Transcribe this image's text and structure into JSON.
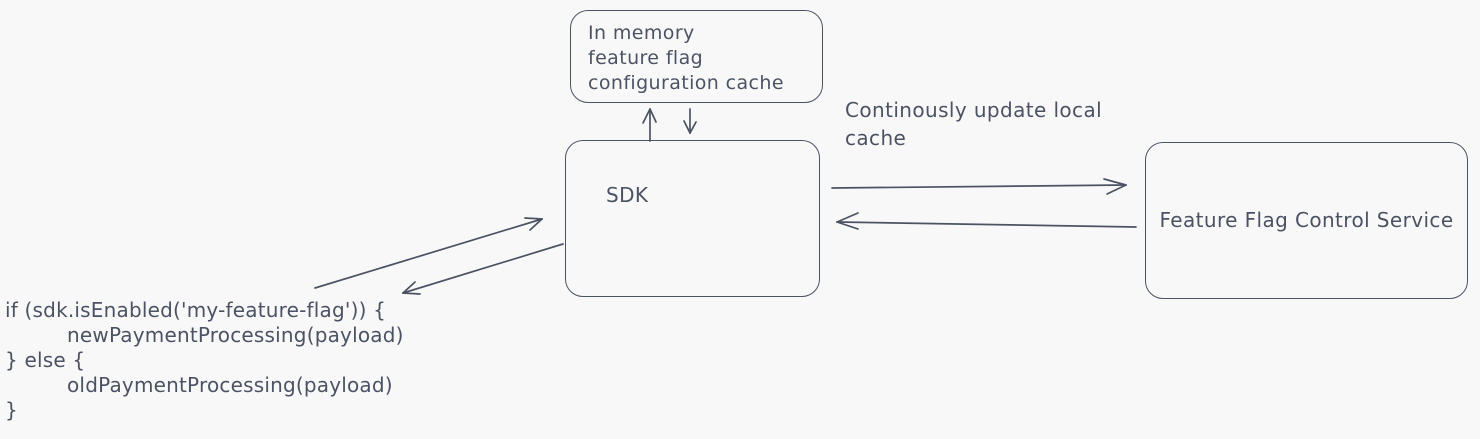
{
  "colors": {
    "stroke": "#4b5363",
    "background": "#f8f8f9"
  },
  "nodes": {
    "cache_box": {
      "label": "In memory\nfeature flag\nconfiguration cache"
    },
    "sdk_box": {
      "label": "SDK"
    },
    "service_box": {
      "label": "Feature Flag Control Service"
    }
  },
  "annotations": {
    "update_label": "Continously update local\ncache",
    "code": {
      "lines": [
        {
          "text": "if (sdk.isEnabled('my-feature-flag')) {"
        },
        {
          "text": "newPaymentProcessing(payload)"
        },
        {
          "text": "} else {"
        },
        {
          "text": "oldPaymentProcessing(payload)"
        },
        {
          "text": "}"
        }
      ]
    }
  },
  "edges": [
    {
      "name": "sdk-to-cache",
      "from": "SDK",
      "to": "In memory feature flag configuration cache",
      "direction": "up"
    },
    {
      "name": "cache-to-sdk",
      "from": "In memory feature flag configuration cache",
      "to": "SDK",
      "direction": "down"
    },
    {
      "name": "sdk-to-service",
      "from": "SDK",
      "to": "Feature Flag Control Service",
      "direction": "right",
      "label": "Continously update local cache"
    },
    {
      "name": "service-to-sdk",
      "from": "Feature Flag Control Service",
      "to": "SDK",
      "direction": "left"
    },
    {
      "name": "code-to-sdk",
      "from": "application code",
      "to": "SDK",
      "direction": "up-right"
    },
    {
      "name": "sdk-to-code",
      "from": "SDK",
      "to": "application code",
      "direction": "down-left"
    }
  ]
}
